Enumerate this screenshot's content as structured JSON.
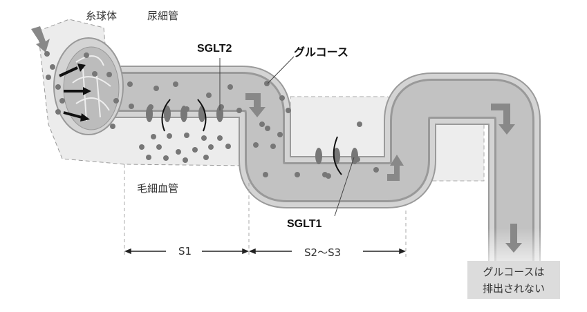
{
  "labels": {
    "glomerulus": "糸球体",
    "renal_tubule": "尿細管",
    "sglt2": "SGLT2",
    "glucose": "グルコース",
    "capillary": "毛細血管",
    "sglt1": "SGLT1",
    "segment_s1": "S1",
    "segment_s2_s3": "S2〜S3"
  },
  "result_box": {
    "line1": "グルコースは",
    "line2": "排出されない"
  }
}
